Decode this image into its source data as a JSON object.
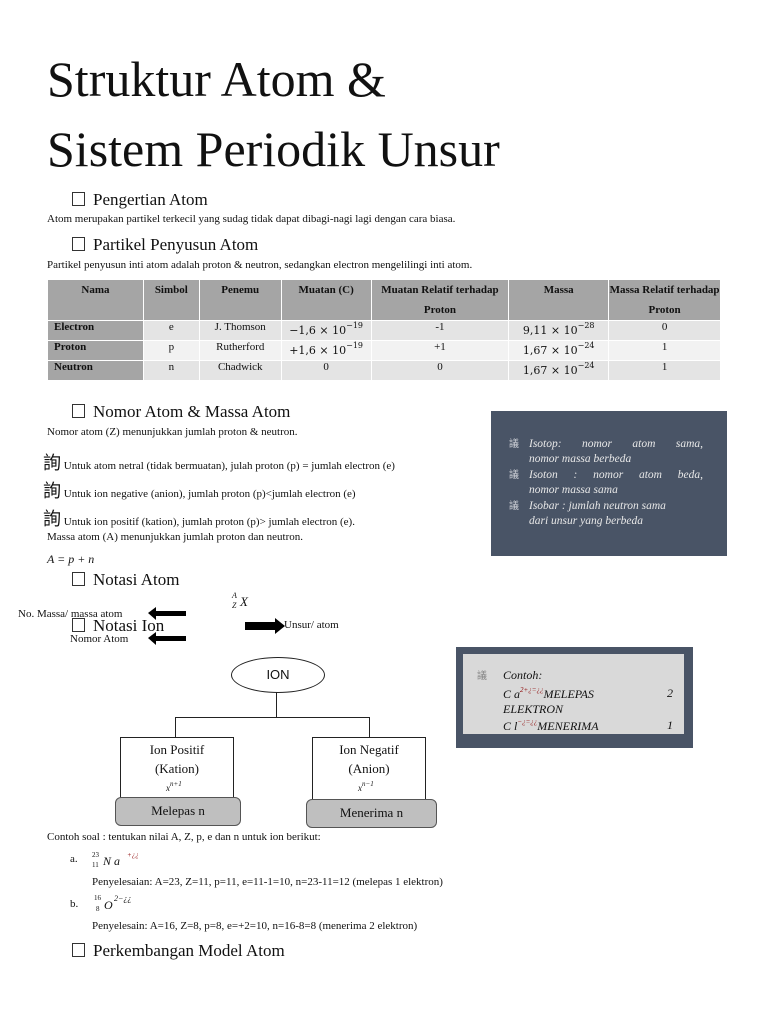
{
  "title_line1": "Struktur Atom &",
  "title_line2": "Sistem Periodik Unsur",
  "sections": {
    "pengertian": {
      "heading": "Pengertian Atom",
      "text": "Atom merupakan partikel terkecil yang sudag tidak dapat dibagi-nagi lagi  dengan cara biasa."
    },
    "partikel": {
      "heading": "Partikel Penyusun Atom",
      "text": "Partikel penyusun inti atom adalah proton & neutron, sedangkan electron mengelilingi inti atom."
    },
    "nomor": {
      "heading": "Nomor Atom & Massa Atom",
      "text": "Nomor atom (Z) menunjukkan jumlah proton & neutron.",
      "bullet_glyph": "詢",
      "bullets": [
        "Untuk atom netral (tidak bermuatan), julah proton (p) = jumlah electron (e)",
        "Untuk ion negative (anion), jumlah proton (p)<jumlah electron (e)",
        "Untuk ion positif (kation), jumlah proton (p)> jumlah electron (e)."
      ],
      "massa_text": "Massa atom (A) menunjukkan jumlah proton dan neutron.",
      "formula": "A = p + n"
    },
    "notasi_atom": {
      "heading": "Notasi Atom",
      "notation_sup": "A",
      "notation_sub": "Z",
      "notation_symbol": "X",
      "label_massa": "No. Massa/ massa atom",
      "label_nomor": "Nomor Atom",
      "label_unsur": "Unsur/ atom"
    },
    "notasi_ion": {
      "heading": "Notasi Ion"
    },
    "perkembangan": {
      "heading": "Perkembangan Model Atom"
    }
  },
  "table": {
    "headers": [
      "Nama",
      "Simbol",
      "Penemu",
      "Muatan (C)",
      "Muatan Relatif terhadap Proton",
      "Massa",
      "Massa Relatif terhadap Proton"
    ],
    "rows": [
      {
        "nama": "Electron",
        "simbol": "e",
        "penemu": "J. Thomson",
        "muatan": "−1,6 × 10",
        "muatan_exp": "−19",
        "relatif": "-1",
        "massa": "9,11 × 10",
        "massa_exp": "−28",
        "massa_relatif": "0"
      },
      {
        "nama": "Proton",
        "simbol": "p",
        "penemu": "Rutherford",
        "muatan": "+1,6 × 10",
        "muatan_exp": "−19",
        "relatif": "+1",
        "massa": "1,67 × 10",
        "massa_exp": "−24",
        "massa_relatif": "1"
      },
      {
        "nama": "Neutron",
        "simbol": "n",
        "penemu": "Chadwick",
        "muatan": "0",
        "muatan_exp": "",
        "relatif": "0",
        "massa": "1,67 × 10",
        "massa_exp": "−24",
        "massa_relatif": "1"
      }
    ]
  },
  "sidebar": {
    "glyph": "議",
    "items": [
      {
        "line1": "Isotop:  nomor  atom  sama,",
        "line2": "nomor massa berbeda"
      },
      {
        "line1": "Isoton  :  nomor  atom  beda,",
        "line2": "nomor massa sama"
      },
      {
        "line1": "Isobar : jumlah neutron sama",
        "line2": "dari unsur yang berbeda"
      }
    ]
  },
  "contoh_box": {
    "glyph": "議",
    "label": "Contoh:",
    "line1": "C a",
    "line1_sup": "2+¿=¿¿",
    "line1_text": "MELEPAS",
    "line1_num": "2",
    "line2": "ELEKTRON",
    "line3": "C l",
    "line3_sup": "−¿=¿¿",
    "line3_text": "MENERIMA",
    "line3_num": "1"
  },
  "diagram": {
    "root": "ION",
    "left_line1": "Ion Positif",
    "left_line2": "(Kation)",
    "left_formula": "x",
    "left_formula_sup": "n+1",
    "left_pill": "Melepas n",
    "right_line1": "Ion Negatif",
    "right_line2": "(Anion)",
    "right_formula": "x",
    "right_formula_sup": "n−1",
    "right_pill": "Menerima n"
  },
  "soal": {
    "intro": "Contoh soal : tentukan nilai A, Z, p, e dan n untuk ion berikut:",
    "items": [
      {
        "marker": "a.",
        "sup": "23",
        "sub": "11",
        "symbol": "N a",
        "ion": "+¿¿",
        "answer": "Penyelesaian: A=23, Z=11, p=11, e=11-1=10, n=23-11=12 (melepas 1 elektron)"
      },
      {
        "marker": "b.",
        "sup": "16",
        "sub": "8",
        "symbol": "O",
        "ion": "2−¿¿",
        "answer": "Penyelesain: A=16, Z=8, p=8, e=+2=10, n=16-8=8 (menerima 2 elektron)"
      }
    ]
  }
}
